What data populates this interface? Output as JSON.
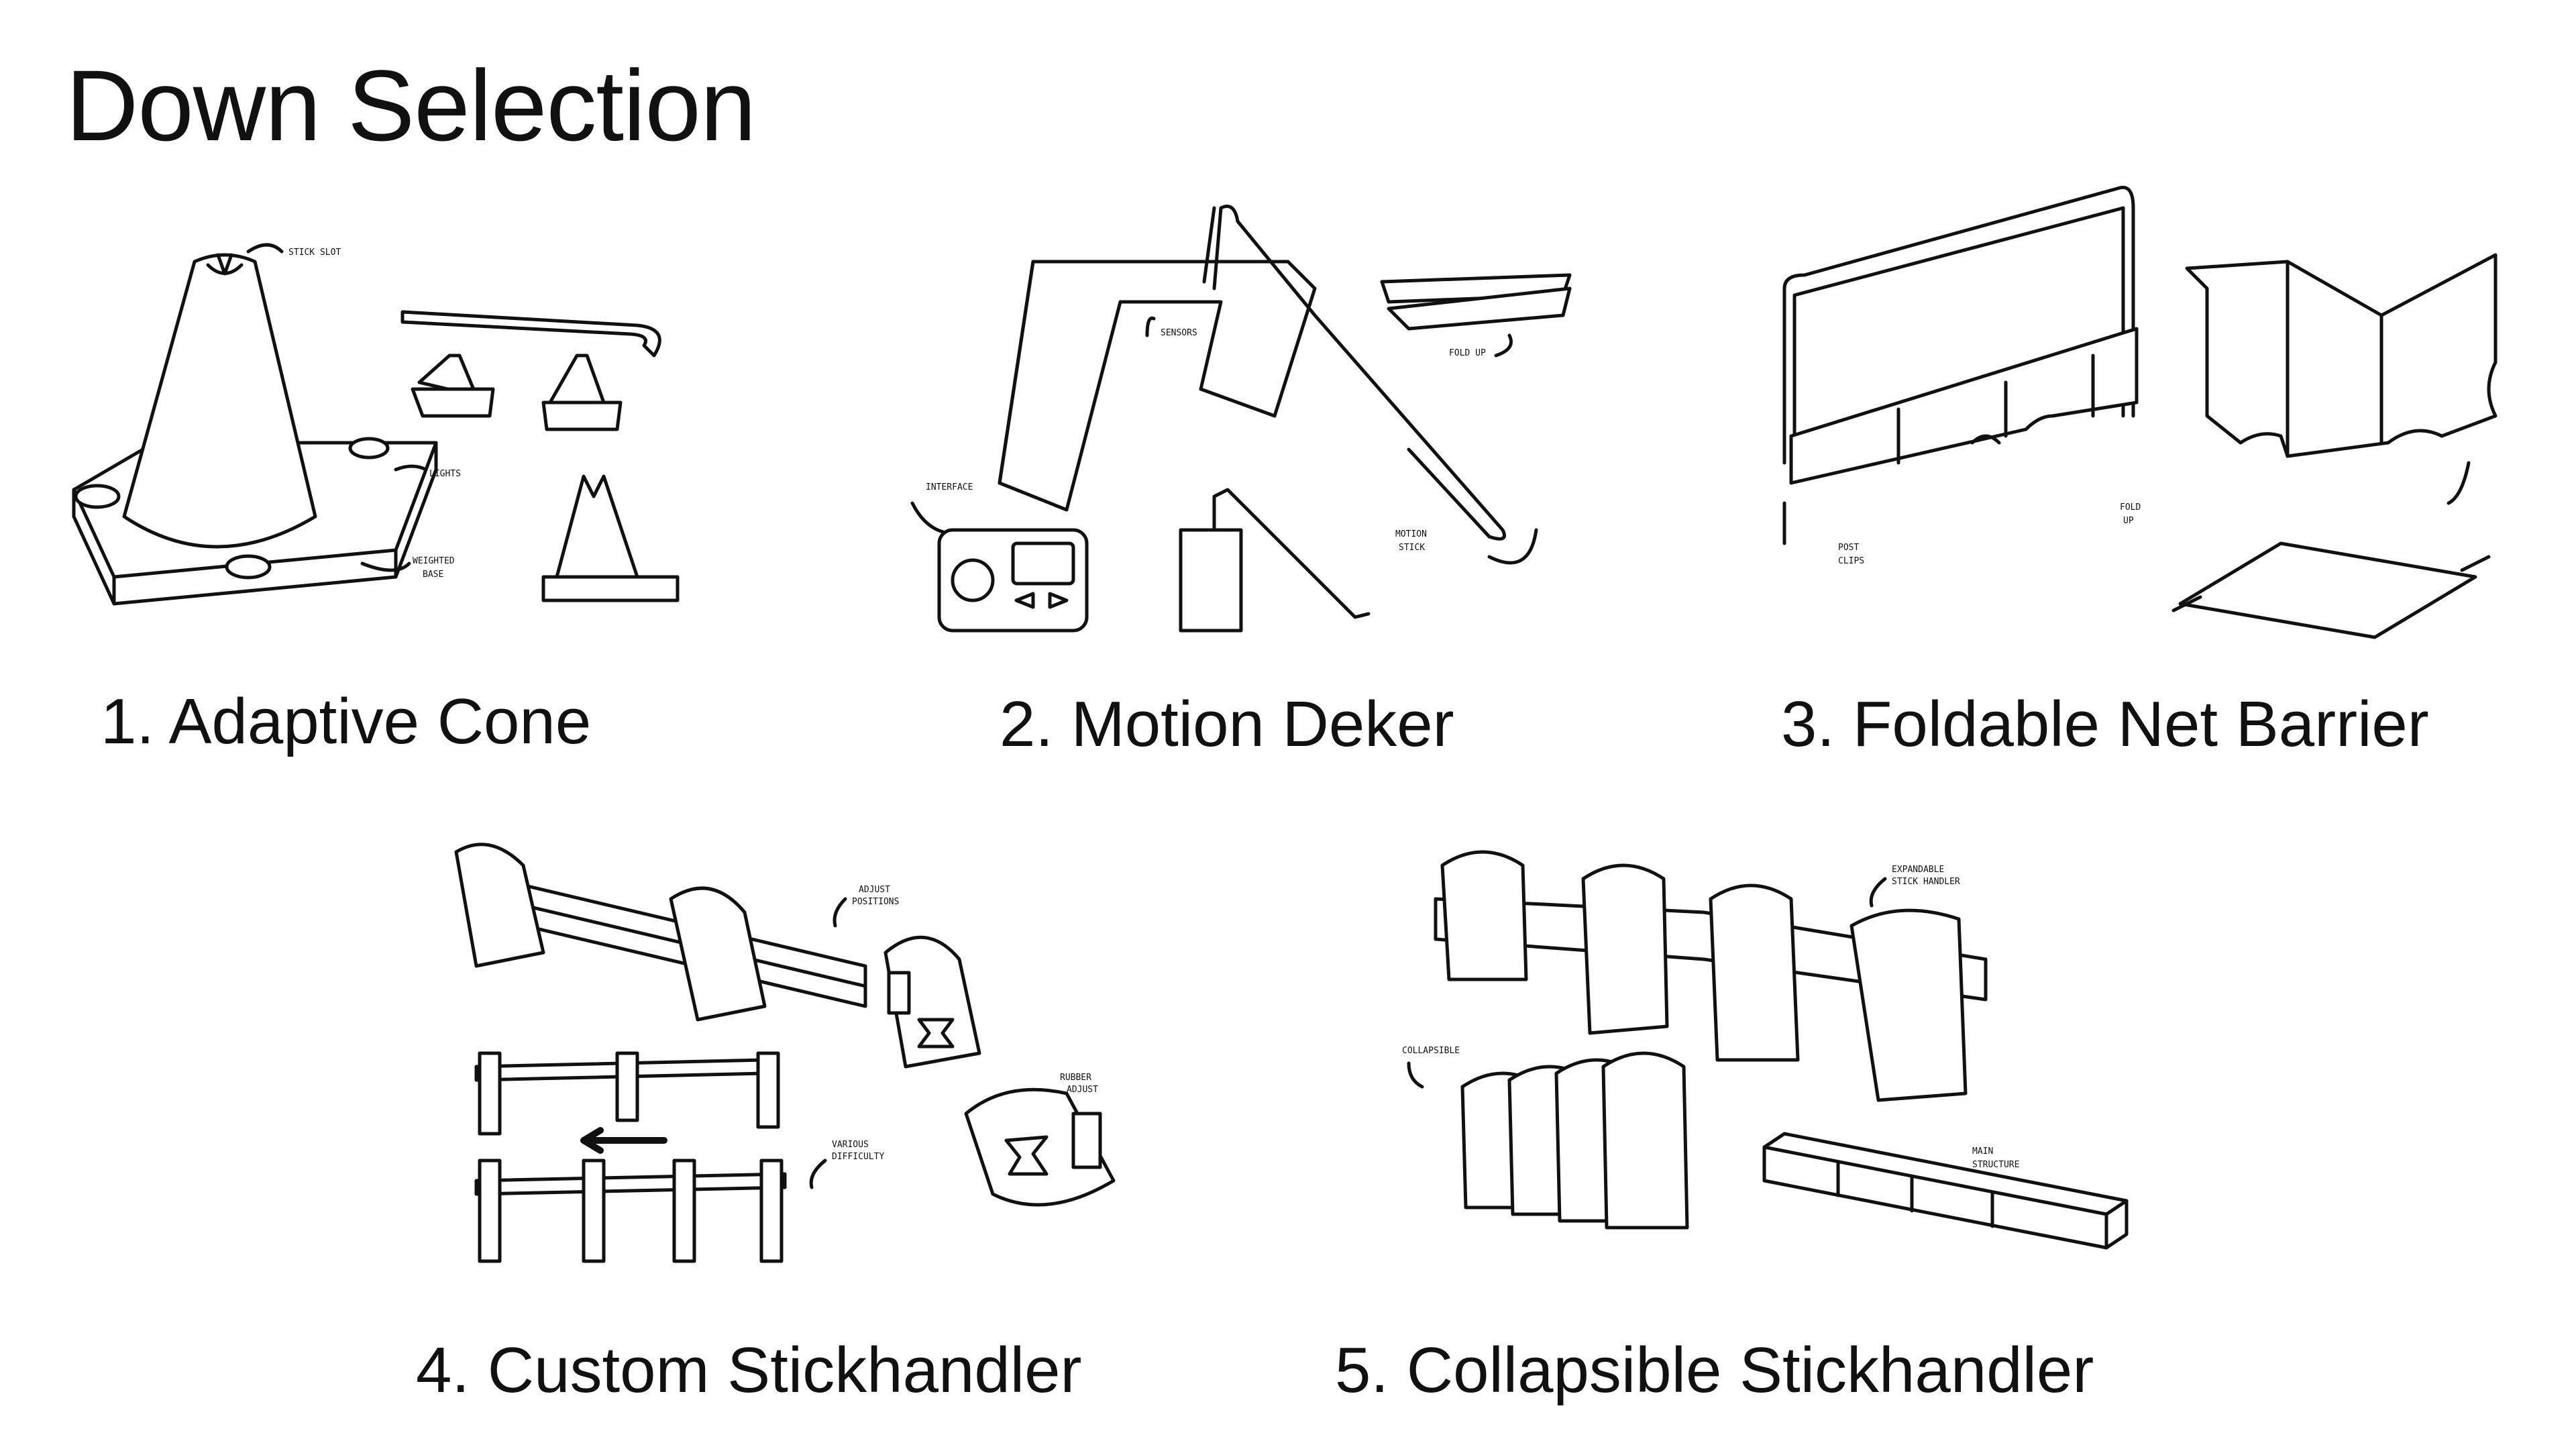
{
  "title": "Down Selection",
  "concepts": [
    {
      "label": "1. Adaptive Cone",
      "notes": {
        "slot": "STICK SLOT",
        "lights": "LIGHTS",
        "weighted": "WEIGHTED",
        "base": "BASE"
      }
    },
    {
      "label": "2. Motion Deker",
      "notes": {
        "sensors": "SENSORS",
        "interface": "INTERFACE",
        "fold": "FOLD UP",
        "motion": "MOTION",
        "stick": "STICK"
      }
    },
    {
      "label": "3. Foldable Net Barrier",
      "notes": {
        "post": "POST",
        "clips": "CLIPS",
        "fold": "FOLD",
        "up": "UP"
      }
    },
    {
      "label": "4. Custom Stickhandler",
      "notes": {
        "adjust": "ADJUST",
        "positions": "POSITIONS",
        "various": "VARIOUS",
        "difficulty": "DIFFICULTY",
        "rubber": "RUBBER",
        "adjust2": "ADJUST"
      }
    },
    {
      "label": "5. Collapsible Stickhandler",
      "notes": {
        "expandable": "EXPANDABLE",
        "handler": "STICK HANDLER",
        "collapsible": "COLLAPSIBLE",
        "main": "MAIN",
        "structure": "STRUCTURE"
      }
    }
  ]
}
